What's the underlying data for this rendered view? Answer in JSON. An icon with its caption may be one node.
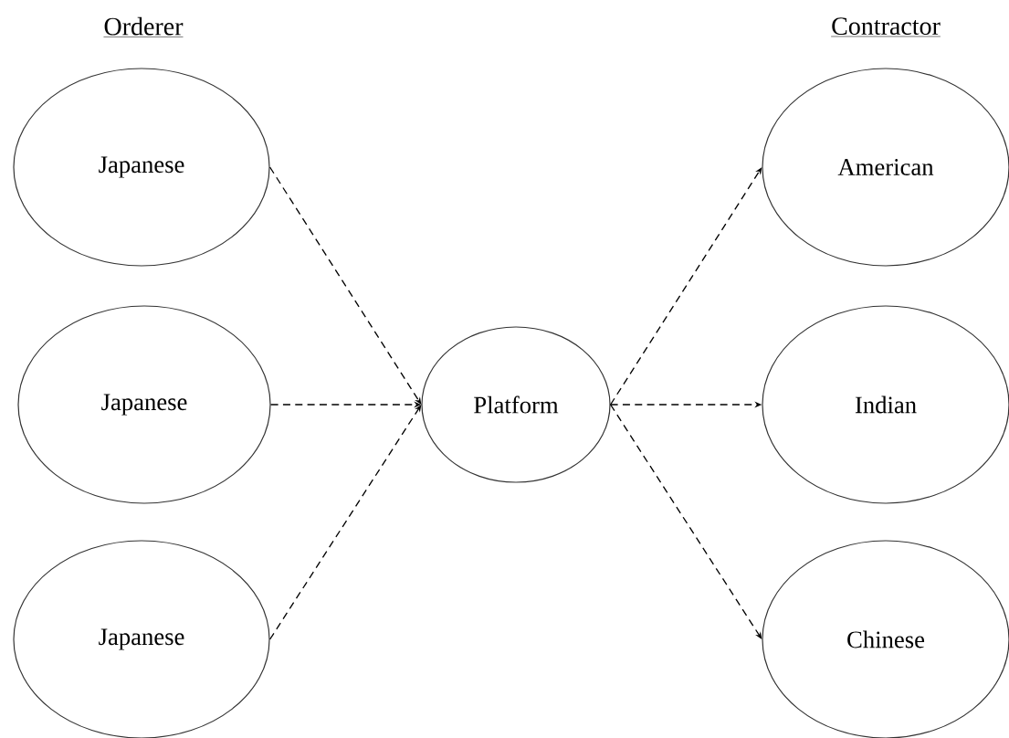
{
  "diagram": {
    "nodes": [
      {
        "text": [
          "Japanese"
        ]
      },
      {
        "text": [
          "Japanese"
        ]
      },
      {
        "text": [
          "Japanese"
        ]
      },
      {
        "text": [
          "Platform"
        ]
      },
      {
        "text": [
          "American"
        ]
      },
      {
        "text": [
          "Indian"
        ]
      },
      {
        "text": [
          "Chinese"
        ]
      }
    ],
    "edges": [
      {
        "from": 0,
        "to": 3,
        "arrow": "to",
        "style": "dashed"
      },
      {
        "from": 1,
        "to": 3,
        "arrow": "to",
        "style": "dashed"
      },
      {
        "from": 2,
        "to": 3,
        "arrow": "to",
        "style": "dashed"
      },
      {
        "from": 3,
        "to": 4,
        "arrow": "to",
        "style": "dashed"
      },
      {
        "from": 3,
        "to": 5,
        "arrow": "to",
        "style": "dashed"
      },
      {
        "from": 3,
        "to": 6,
        "arrow": "to",
        "style": "dashed"
      }
    ],
    "labels": [
      "Orderer",
      "Contractor"
    ]
  }
}
